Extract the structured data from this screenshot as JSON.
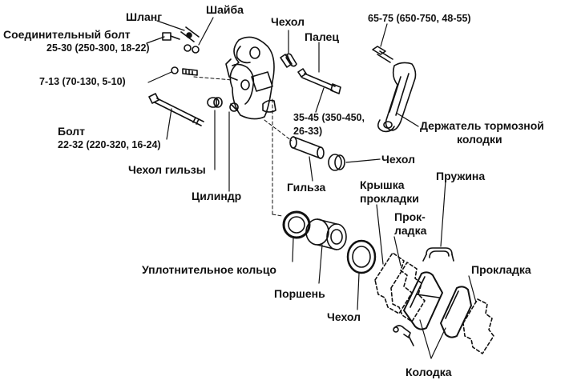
{
  "labels": {
    "hose": "Шланг",
    "washer": "Шайба",
    "union_bolt_line1": "Соединительный болт",
    "union_bolt_line2": "25-30 (250-300, 18-22)",
    "bleeder_torque": "7-13 (70-130, 5-10)",
    "bolt_line1": "Болт",
    "bolt_line2": "22-32 (220-320, 16-24)",
    "sleeve_boot": "Чехол гильзы",
    "cylinder": "Цилиндр",
    "boot_top": "Чехол",
    "pin": "Палец",
    "pin_torque_line1": "35-45 (350-450,",
    "pin_torque_line2": "26-33)",
    "bracket_torque": "65-75 (650-750, 48-55)",
    "bracket_line1": "Держатель тормозной",
    "bracket_line2": "колодки",
    "boot_right": "Чехол",
    "sleeve": "Гильза",
    "shim_cover_line1": "Крышка",
    "shim_cover_line2": "прокладки",
    "shim_line1": "Прок-",
    "shim_line2": "ладка",
    "spring": "Пружина",
    "shim_right": "Прокладка",
    "seal": "Уплотнительное кольцо",
    "piston": "Поршень",
    "boot_bottom": "Чехол",
    "pad": "Колодка"
  },
  "colors": {
    "ink": "#111111",
    "paper": "#ffffff",
    "shade": "#555555"
  }
}
